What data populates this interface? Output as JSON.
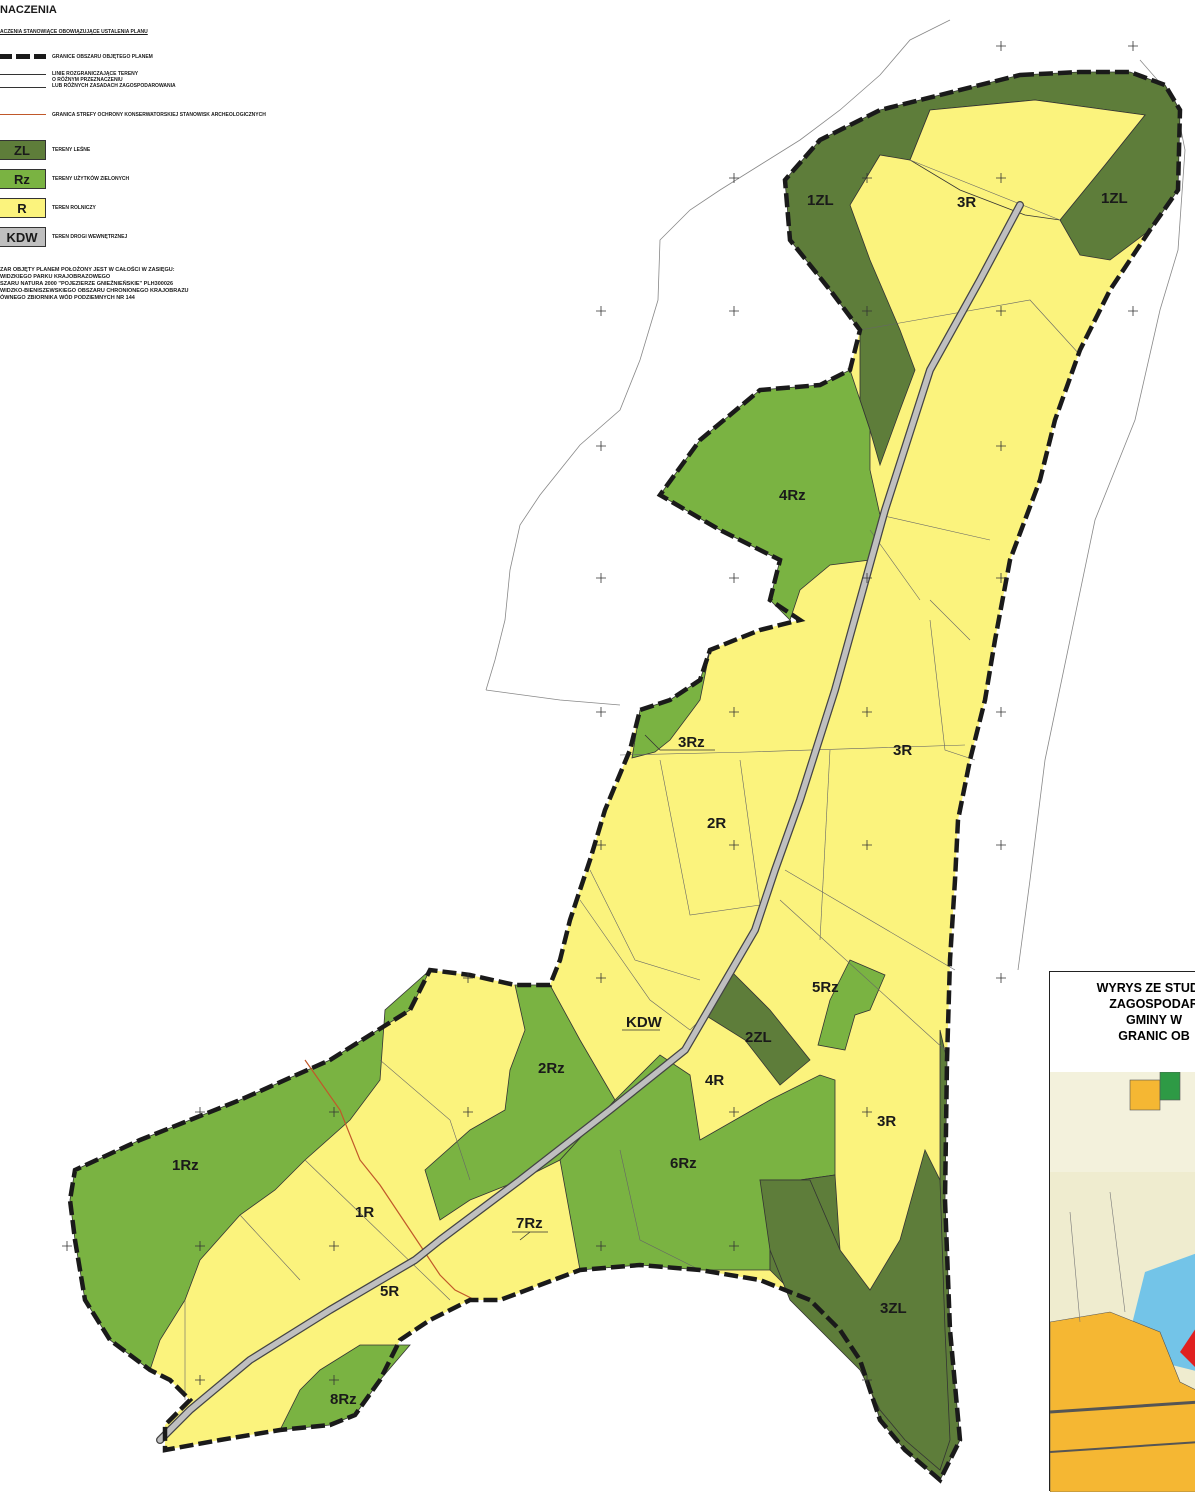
{
  "legend": {
    "title": "NACZENIA",
    "subtitle": "ACZENIA STANOWIĄCE OBOWIĄZUJĄCE USTALENIA PLANU",
    "boundary": "GRANICE OBSZARU OBJĘTEGO PLANEM",
    "lines_1": "LINIE ROZGRANICZAJĄCE TERENY",
    "lines_2": "O RÓŻNYM PRZEZNACZENIU",
    "lines_3": "LUB RÓŻNYCH ZASADACH ZAGOSPODAROWANIA",
    "archaeo": "GRANICA STREFY OCHRONY KONSERWATORSKIEJ STANOWISK ARCHEOLOGICZNYCH",
    "zl_code": "ZL",
    "zl_desc": "TERENY LEŚNE",
    "rz_code": "Rz",
    "rz_desc": "TERENY UŻYTKÓW ZIELONYCH",
    "r_code": "R",
    "r_desc": "TEREN ROLNICZY",
    "kdw_code": "KDW",
    "kdw_desc": "TEREN DROGI WEWNĘTRZNEJ",
    "note_1": "ZAR OBJĘTY PLANEM POŁOŻONY JEST W CAŁOŚCI W ZASIĘGU:",
    "note_2": "WIDZKIEGO PARKU KRAJOBRAZOWEGO",
    "note_3": "SZARU NATURA 2000 \"POJEZIERZE GNIEŹNIEŃSKIE\" PLH300026",
    "note_4": "WIDZKO-BIENISZEWSKIEGO OBSZARU CHRONIONEGO KRAJOBRAZU",
    "note_5": "ÓWNEGO ZBIORNIKA WÓD PODZIEMNYCH NR 144"
  },
  "map_labels": {
    "zl1a": "1ZL",
    "zl1b": "1ZL",
    "zl2": "2ZL",
    "zl3": "3ZL",
    "r3a": "3R",
    "r3b": "3R",
    "r3c": "3R",
    "r2": "2R",
    "r4": "4R",
    "r1": "1R",
    "r5": "5R",
    "rz1": "1Rz",
    "rz2": "2Rz",
    "rz3": "3Rz",
    "rz4": "4Rz",
    "rz5": "5Rz",
    "rz6": "6Rz",
    "rz7": "7Rz",
    "rz8": "8Rz",
    "kdw": "KDW"
  },
  "inset": {
    "title_1": "WYRYS ZE STUDIU",
    "title_2": "ZAGOSPODAR",
    "title_3": "GMINY W",
    "title_4": "GRANIC OB"
  },
  "colors": {
    "forest": "#5e7d3a",
    "grassland": "#7ab342",
    "agricultural": "#fbf37d",
    "road": "#bfbfbf",
    "boundary": "#1a1a1a",
    "archaeo": "#c0582a"
  }
}
